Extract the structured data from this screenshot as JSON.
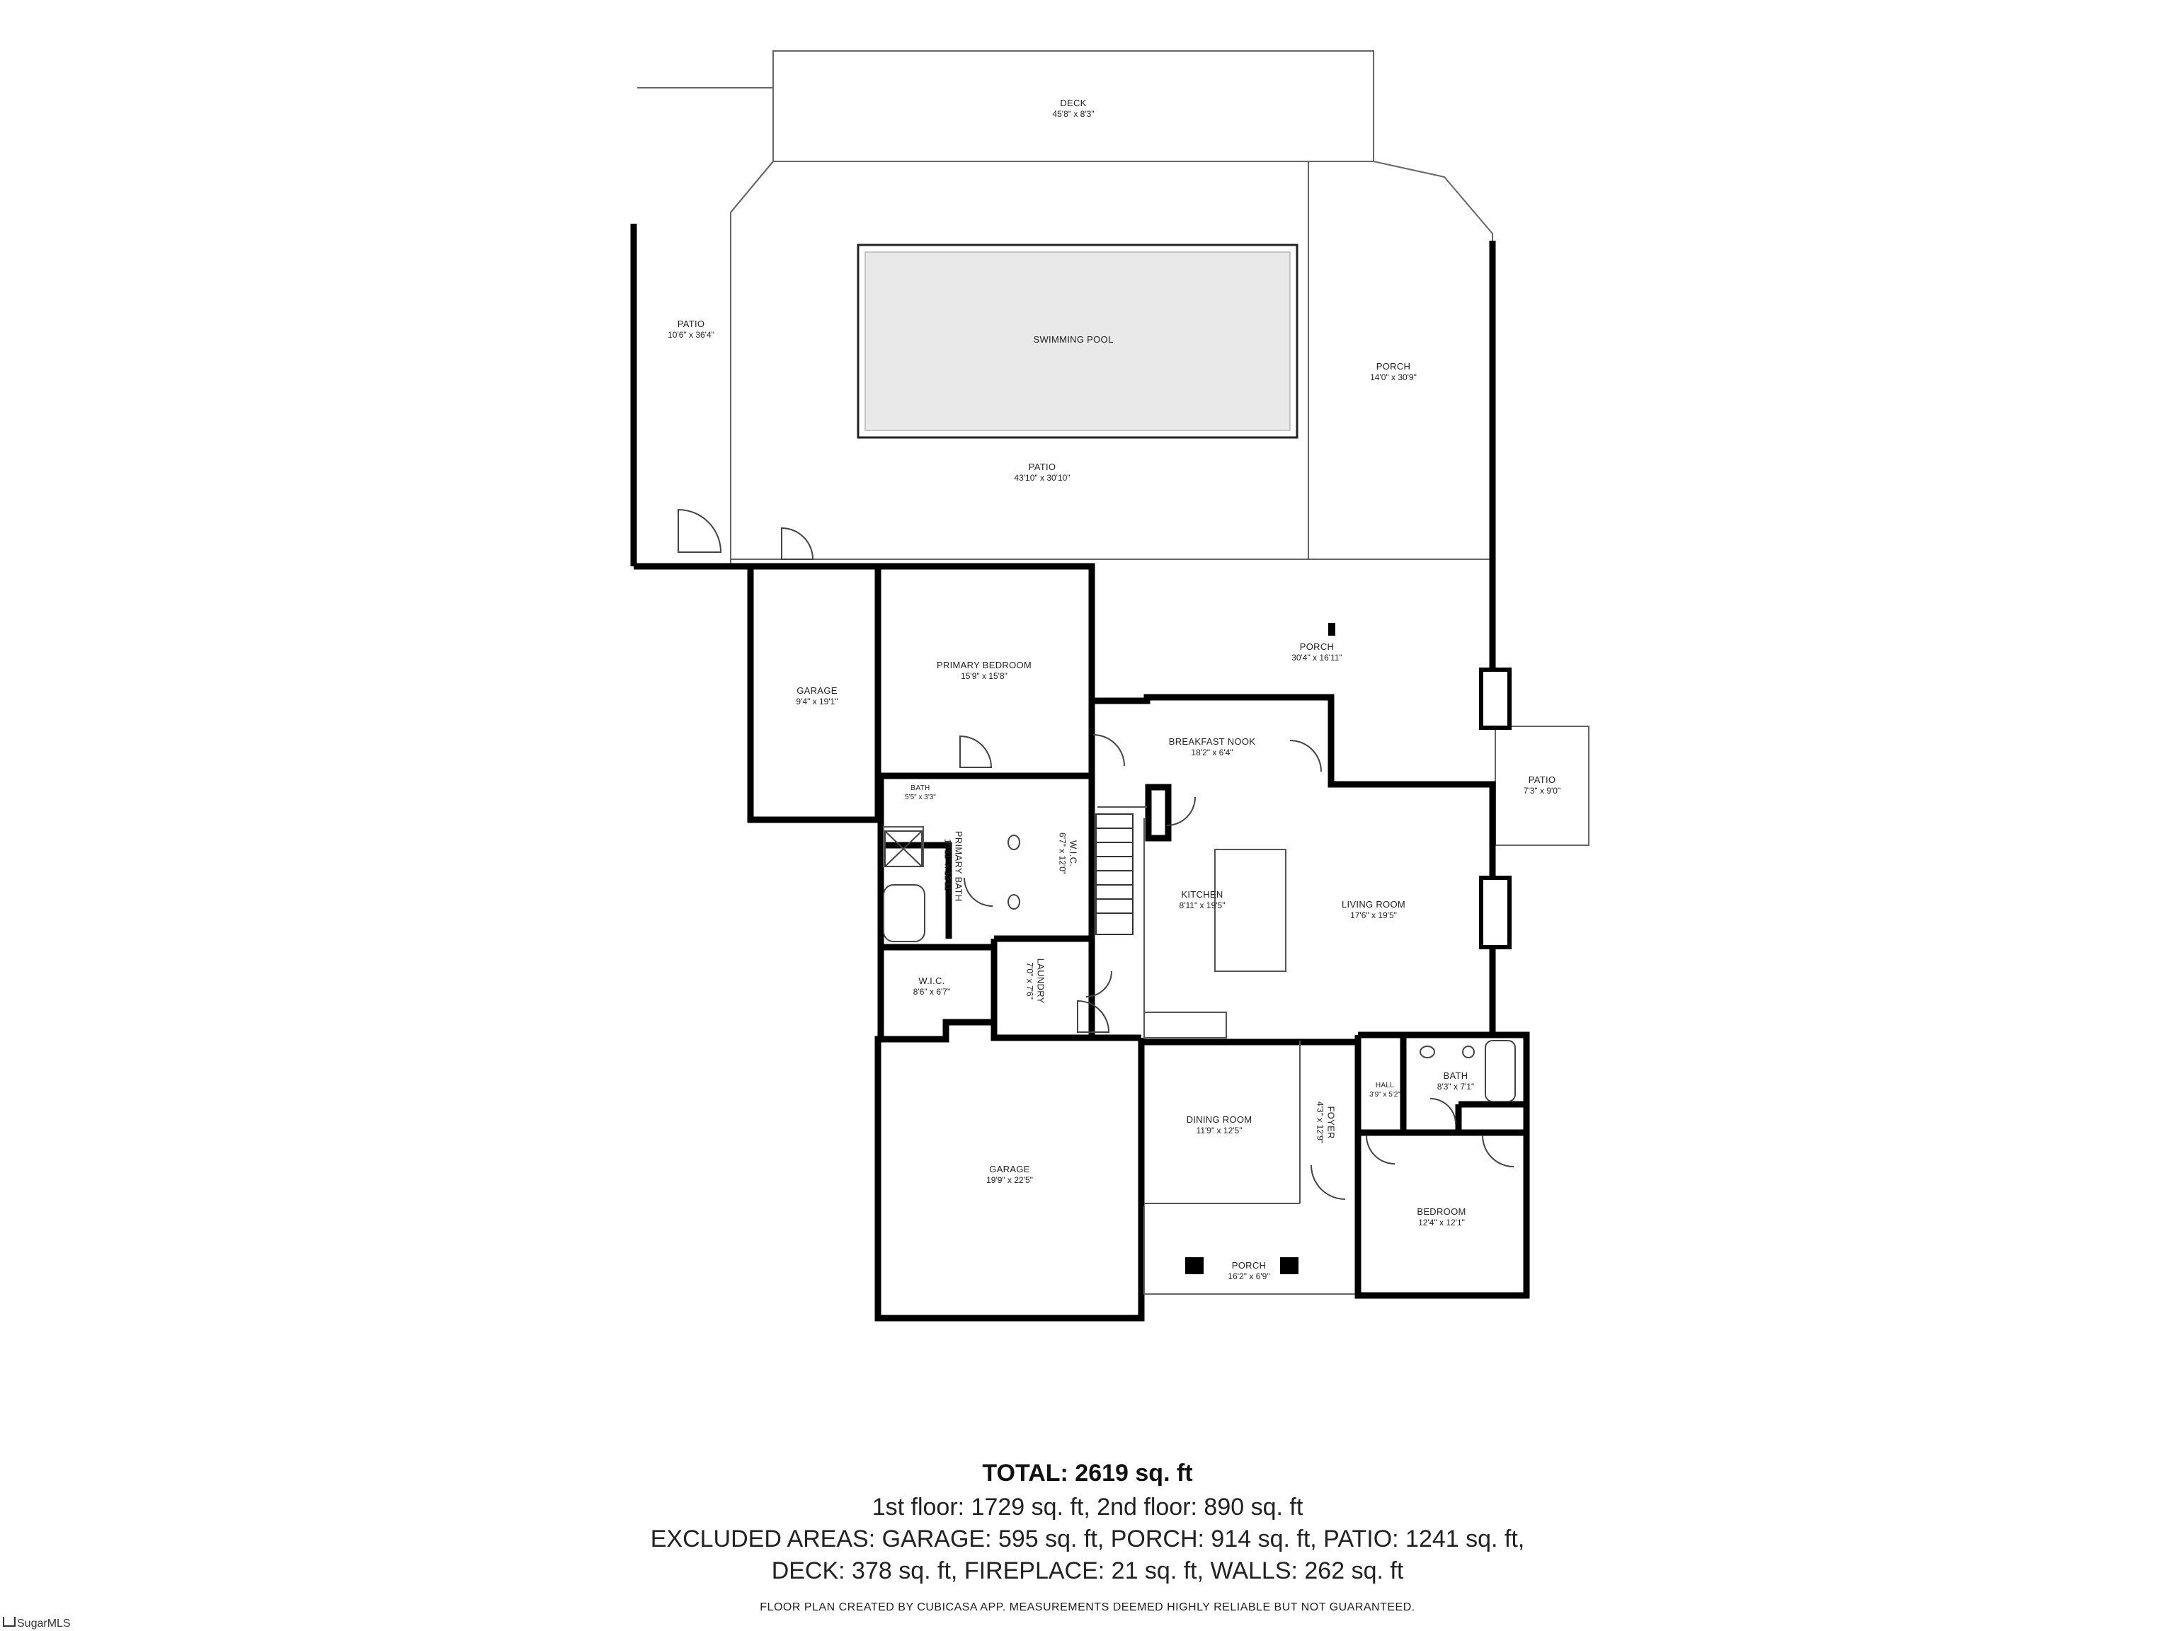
{
  "rooms": {
    "deck": {
      "name": "DECK",
      "dims": "45'8\" x 8'3\""
    },
    "patio_left": {
      "name": "PATIO",
      "dims": "10'6\" x 36'4\""
    },
    "swimming_pool": {
      "name": "SWIMMING POOL"
    },
    "patio_main": {
      "name": "PATIO",
      "dims": "43'10\" x 30'10\""
    },
    "porch_right": {
      "name": "PORCH",
      "dims": "14'0\" x 30'9\""
    },
    "porch_back": {
      "name": "PORCH",
      "dims": "30'4\" x 16'11\""
    },
    "garage_small": {
      "name": "GARAGE",
      "dims": "9'4\" x 19'1\""
    },
    "primary_bedroom": {
      "name": "PRIMARY BEDROOM",
      "dims": "15'9\" x 15'8\""
    },
    "breakfast_nook": {
      "name": "BREAKFAST NOOK",
      "dims": "18'2\" x 6'4\""
    },
    "patio_side": {
      "name": "PATIO",
      "dims": "7'3\" x 9'0\""
    },
    "bath_small": {
      "name": "BATH",
      "dims": "5'5\" x 3'3\""
    },
    "wic_top": {
      "name": "W.I.C.",
      "dims": "6'7\" x 12'0\""
    },
    "primary_bath": {
      "name": "PRIMARY BATH",
      "dims": "10'11\" x 12'11\""
    },
    "kitchen": {
      "name": "KITCHEN",
      "dims": "8'11\" x 19'5\""
    },
    "living_room": {
      "name": "LIVING ROOM",
      "dims": "17'6\" x 19'5\""
    },
    "wic_bottom": {
      "name": "W.I.C.",
      "dims": "8'6\" x 6'7\""
    },
    "laundry": {
      "name": "LAUNDRY",
      "dims": "7'0\" x 7'6\""
    },
    "hall": {
      "name": "HALL",
      "dims": "3'9\" x 5'2\""
    },
    "bath": {
      "name": "BATH",
      "dims": "8'3\" x 7'1\""
    },
    "dining_room": {
      "name": "DINING ROOM",
      "dims": "11'9\" x 12'5\""
    },
    "foyer": {
      "name": "FOYER",
      "dims": "4'3\" x 12'9\""
    },
    "garage_main": {
      "name": "GARAGE",
      "dims": "19'9\" x 22'5\""
    },
    "bedroom": {
      "name": "BEDROOM",
      "dims": "12'4\" x 12'1\""
    },
    "porch_front": {
      "name": "PORCH",
      "dims": "16'2\" x 6'9\""
    }
  },
  "summary": {
    "total": "TOTAL: 2619 sq. ft",
    "line1": "1st floor: 1729 sq. ft, 2nd floor: 890 sq. ft",
    "line2": "EXCLUDED AREAS: GARAGE: 595 sq. ft, PORCH: 914 sq. ft, PATIO: 1241 sq. ft,",
    "line3": "DECK: 378 sq. ft, FIREPLACE: 21 sq. ft, WALLS: 262 sq. ft",
    "disclaimer": "FLOOR PLAN CREATED BY CUBICASA APP. MEASUREMENTS DEEMED HIGHLY RELIABLE BUT NOT GUARANTEED."
  },
  "branding": {
    "logo_text": "SugarMLS"
  },
  "colors": {
    "wall": "#000000",
    "thin_line": "#555555",
    "pool_fill": "#e9e9e9"
  }
}
